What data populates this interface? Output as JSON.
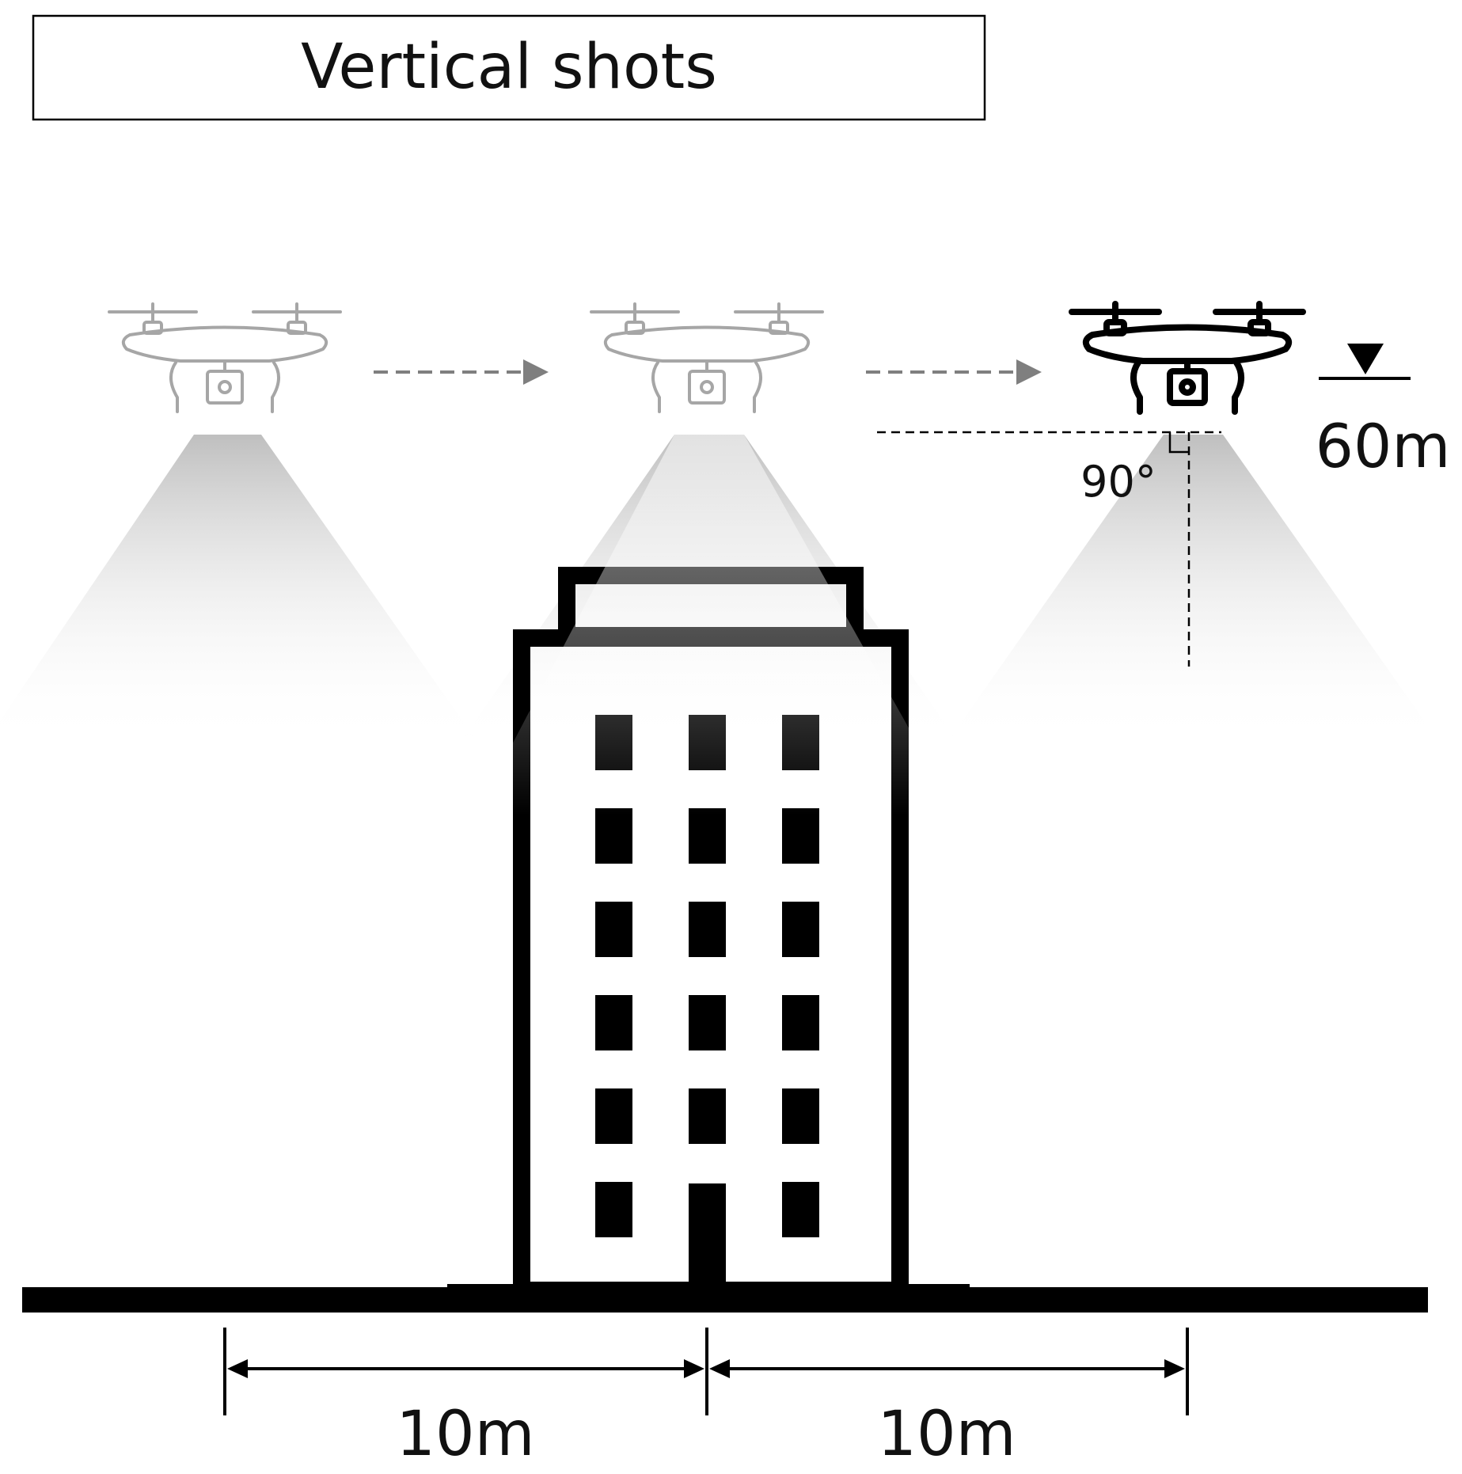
{
  "title": "Vertical shots",
  "altitude_label": "60m",
  "angle_label": "90°",
  "distance_labels": [
    "10m",
    "10m"
  ],
  "drones": [
    {
      "name": "drone-position-1",
      "state": "past"
    },
    {
      "name": "drone-position-2",
      "state": "past"
    },
    {
      "name": "drone-position-3",
      "state": "current"
    }
  ],
  "building": {
    "floors": 6,
    "window_columns": 3
  },
  "colors": {
    "ink": "#000000",
    "past_drone": "#a6a6a6",
    "arrow": "#7f7f7f",
    "camera_cone": "#bfbfbf",
    "background": "#ffffff"
  },
  "icons": [
    "drone-icon",
    "camera-icon",
    "dashed-arrow-icon",
    "ground-marker-icon",
    "right-angle-icon"
  ]
}
